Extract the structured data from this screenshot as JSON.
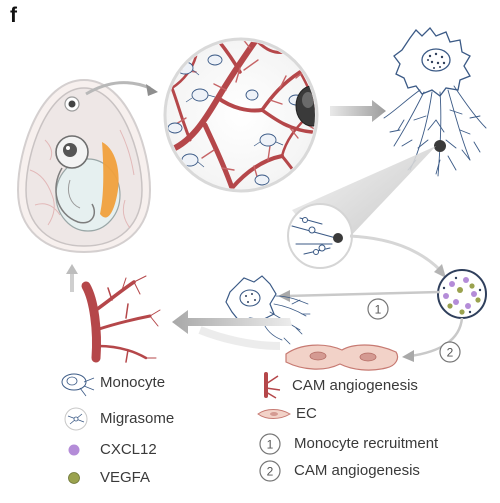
{
  "panel_label": "f",
  "steps": [
    "1",
    "2"
  ],
  "legend": {
    "monocyte": "Monocyte",
    "migrasome": "Migrasome",
    "cxcl12": "CXCL12",
    "vegfa": "VEGFA",
    "cam_angiogenesis": "CAM angiogenesis",
    "ec": "EC",
    "step1": "Monocyte recruitment",
    "step2": "CAM angiogenesis"
  },
  "colors": {
    "vessel": "#b5474a",
    "monocyte": "#3b5a86",
    "cxcl12": "#b48cd8",
    "vegfa": "#9aa24e",
    "embryo_yolk": "#f0a03c",
    "ec_fill": "#f2d2c8",
    "arrow": "#c8c8c8"
  },
  "icons": [
    "egg-icon",
    "magnifier-icon",
    "monocyte-icon",
    "migrasome-icon",
    "vessel-icon",
    "endothelial-cell-icon"
  ]
}
